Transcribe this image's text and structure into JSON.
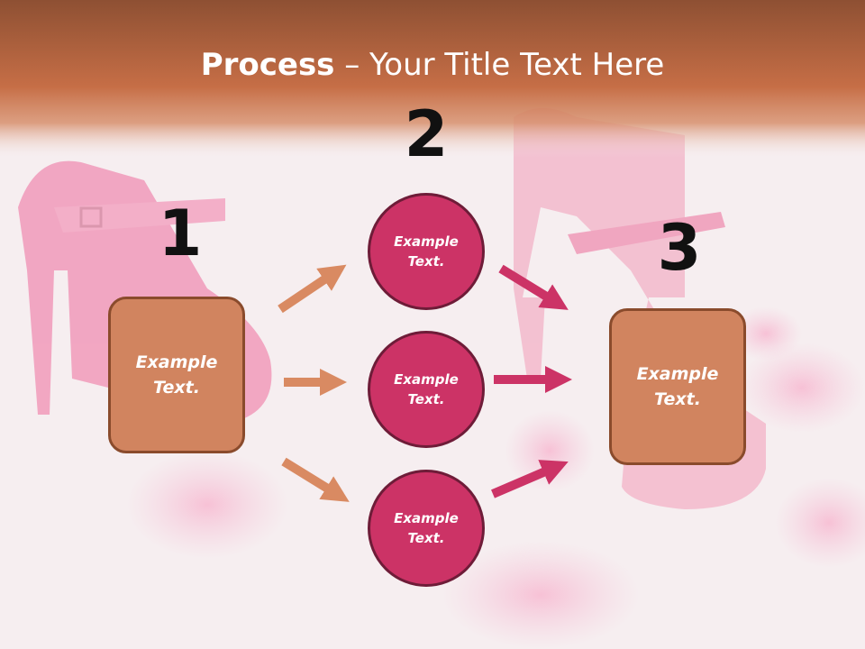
{
  "title": {
    "bold": "Process",
    "rest": " – Your Title Text Here"
  },
  "steps": [
    {
      "number": "1",
      "text": "Example\nText."
    },
    {
      "number": "2",
      "text": "Example\nText."
    },
    {
      "number": "3",
      "text": "Example\nText."
    }
  ],
  "circles": [
    {
      "text": "Example\nText."
    },
    {
      "text": "Example\nText."
    },
    {
      "text": "Example\nText."
    }
  ],
  "colors": {
    "header": "#c0673f",
    "box": "#d1845f",
    "circle": "#cc3366",
    "arrow_left": "#d98a62",
    "arrow_right": "#cc3366"
  }
}
